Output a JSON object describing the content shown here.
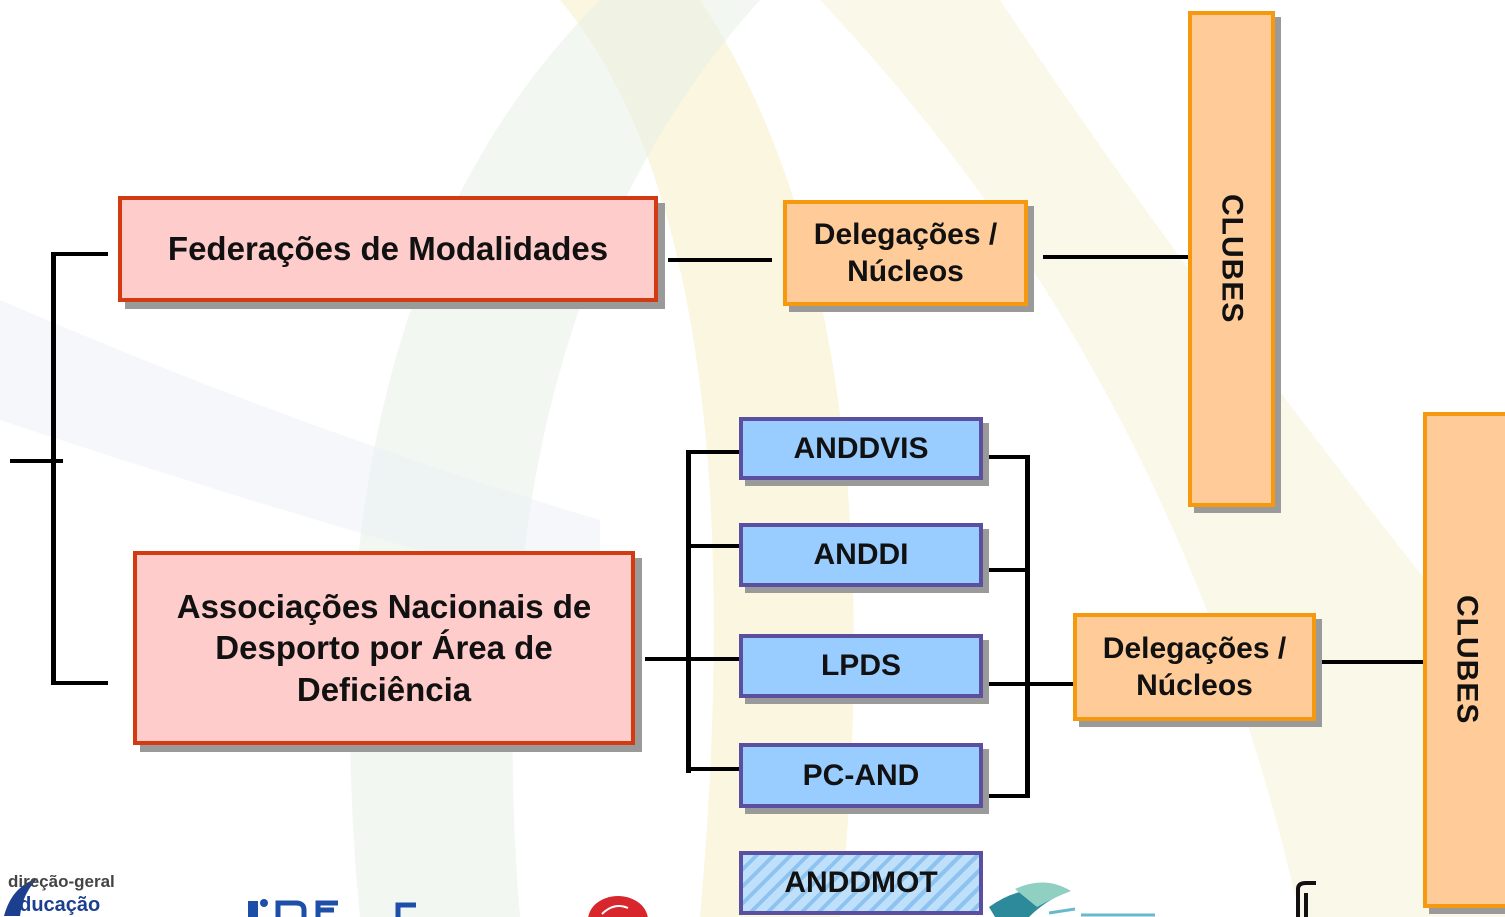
{
  "nodes": {
    "federacoes": "Federações de Modalidades",
    "associacoes": "Associações Nacionais de Desporto por Área de Deficiência",
    "delegacoes_top": "Delegações / Núcleos",
    "delegacoes_bottom": "Delegações / Núcleos",
    "clubes_top": "CLUBES",
    "clubes_bottom": "CLUBES",
    "anddvis": "ANDDVIS",
    "anddi": "ANDDI",
    "lpds": "LPDS",
    "pc_and": "PC-AND",
    "anddmot": "ANDDMOT"
  },
  "logos": {
    "dge_line1": "direção-geral",
    "dge_line2": "educação"
  },
  "colors": {
    "federation_fill": "#ffcccc",
    "federation_border": "#d23a12",
    "delegation_fill": "#ffcc99",
    "delegation_border": "#f59a0e",
    "association_fill": "#99ccff",
    "association_border": "#5b4fa0"
  }
}
